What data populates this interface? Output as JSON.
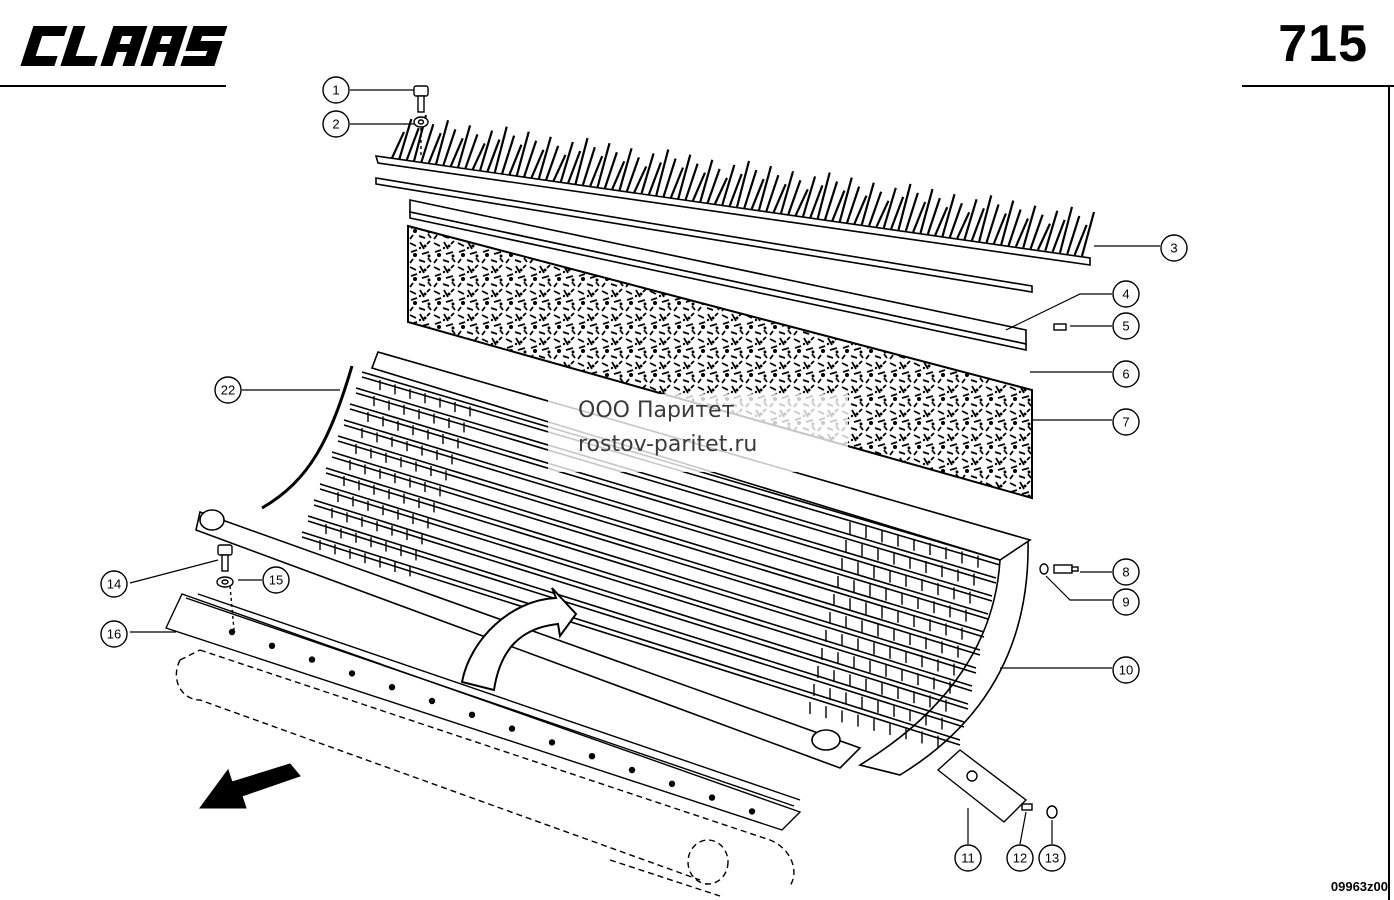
{
  "header": {
    "brand": "CLAAS",
    "page_number": "715"
  },
  "footer": {
    "drawing_code": "09963z00"
  },
  "watermark": {
    "line1": "ООО Паритет",
    "line2": "rostov-paritet.ru"
  },
  "callouts": [
    {
      "number": "1"
    },
    {
      "number": "2"
    },
    {
      "number": "3"
    },
    {
      "number": "4"
    },
    {
      "number": "5"
    },
    {
      "number": "6"
    },
    {
      "number": "7"
    },
    {
      "number": "8"
    },
    {
      "number": "9"
    },
    {
      "number": "10"
    },
    {
      "number": "11"
    },
    {
      "number": "12"
    },
    {
      "number": "13"
    },
    {
      "number": "14"
    },
    {
      "number": "15"
    },
    {
      "number": "16"
    },
    {
      "number": "22"
    }
  ],
  "colors": {
    "ink": "#000000",
    "paper": "#ffffff"
  }
}
